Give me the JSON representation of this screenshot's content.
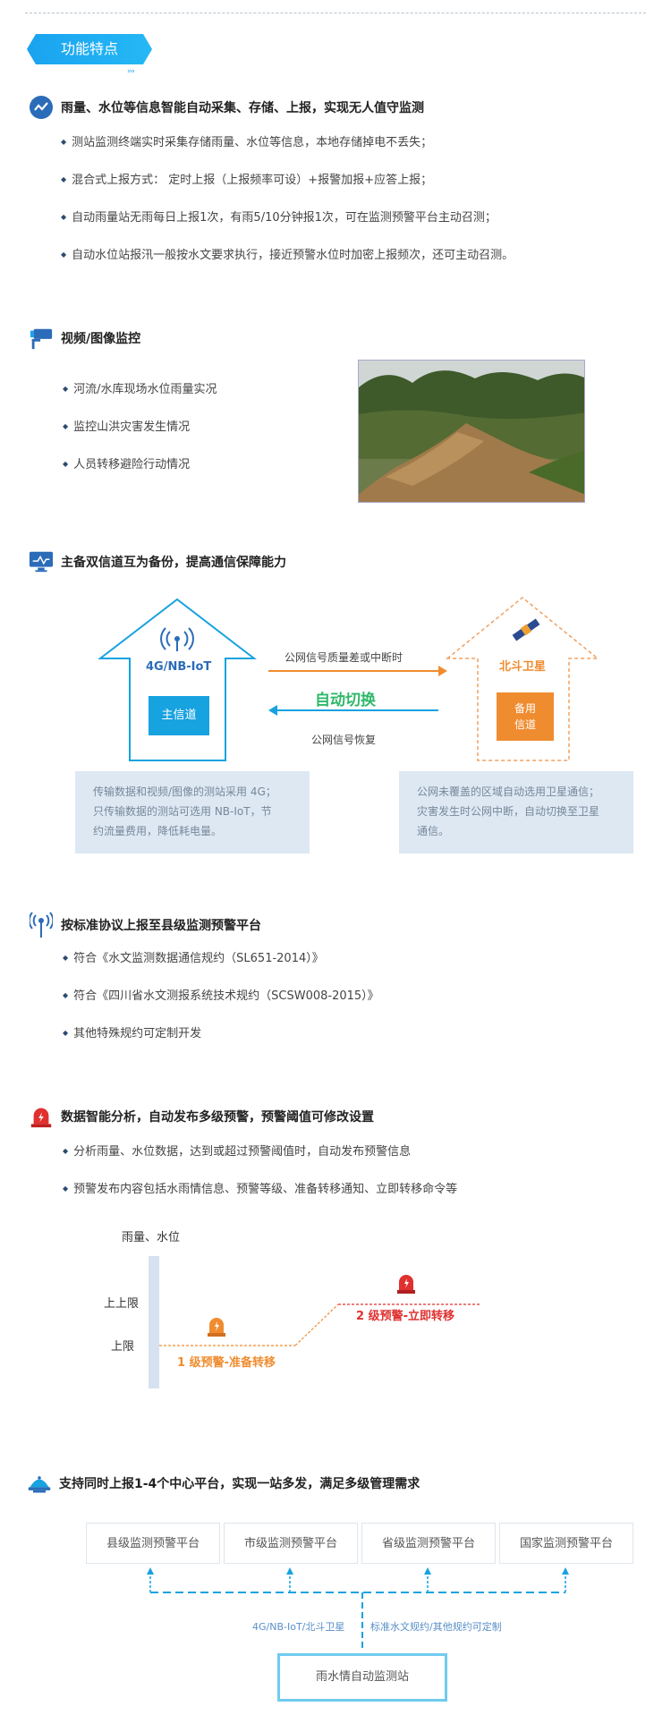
{
  "banner": {
    "title": "功能特点"
  },
  "sections": {
    "collect": {
      "title": "雨量、水位等信息智能自动采集、存储、上报，实现无人值守监测",
      "bullets": [
        "测站监测终端实时采集存储雨量、水位等信息，本地存储掉电不丢失；",
        "混合式上报方式：  定时上报（上报频率可设）+报警加报+应答上报；",
        "自动雨量站无雨每日上报1次，有雨5/10分钟报1次，可在监测预警平台主动召测；",
        "自动水位站报汛一般按水文要求执行，接近预警水位时加密上报频次，还可主动召测。"
      ]
    },
    "video": {
      "title": "视频/图像监控",
      "bullets": [
        "河流/水库现场水位雨量实况",
        "监控山洪灾害发生情况",
        "人员转移避险行动情况"
      ]
    },
    "channel": {
      "title": "主备双信道互为备份，提高通信保障能力",
      "left_label": "4G/NB-IoT",
      "main_channel": "主信道",
      "right_label": "北斗卫星",
      "backup_channel_l1": "备用",
      "backup_channel_l2": "信道",
      "arrow_top": "公网信号质量差或中断时",
      "switch": "自动切换",
      "arrow_bottom": "公网信号恢复",
      "left_note": [
        "传输数据和视频/图像的测站采用 4G；",
        "只传输数据的测站可选用 NB-IoT，节",
        "约流量费用，降低耗电量。"
      ],
      "right_note": [
        "公网未覆盖的区域自动选用卫星通信；",
        "灾害发生时公网中断，自动切换至卫星",
        "通信。"
      ]
    },
    "protocol": {
      "title": "按标准协议上报至县级监测预警平台",
      "bullets": [
        "符合《水文监测数据通信规约（SL651-2014）》",
        "符合《四川省水文测报系统技术规约（SCSW008-2015）》",
        "其他特殊规约可定制开发"
      ]
    },
    "warning": {
      "title": "数据智能分析，自动发布多级预警，预警阈值可修改设置",
      "bullets": [
        "分析雨量、水位数据，达到或超过预警阈值时，自动发布预警信息",
        "预警发布内容包括水雨情信息、预警等级、准备转移通知、立即转移命令等"
      ],
      "axis_title": "雨量、水位",
      "level_upper_upper": "上上限",
      "level_upper": "上限",
      "warn1": "1 级预警-准备转移",
      "warn2": "2 级预警-立即转移"
    },
    "platform": {
      "title": "支持同时上报1-4个中心平台，实现一站多发，满足多级管理需求",
      "platforms": [
        "县级监测预警平台",
        "市级监测预警平台",
        "省级监测预警平台",
        "国家监测预警平台"
      ],
      "link_left": "4G/NB-IoT/北斗卫星",
      "link_right": "标准水文规约/其他规约可定制",
      "station": "雨水情自动监测站"
    }
  },
  "colors": {
    "primary": "#17a2e0",
    "orange": "#f08c30",
    "red": "#e0302f",
    "navy": "#2b4a6f"
  }
}
